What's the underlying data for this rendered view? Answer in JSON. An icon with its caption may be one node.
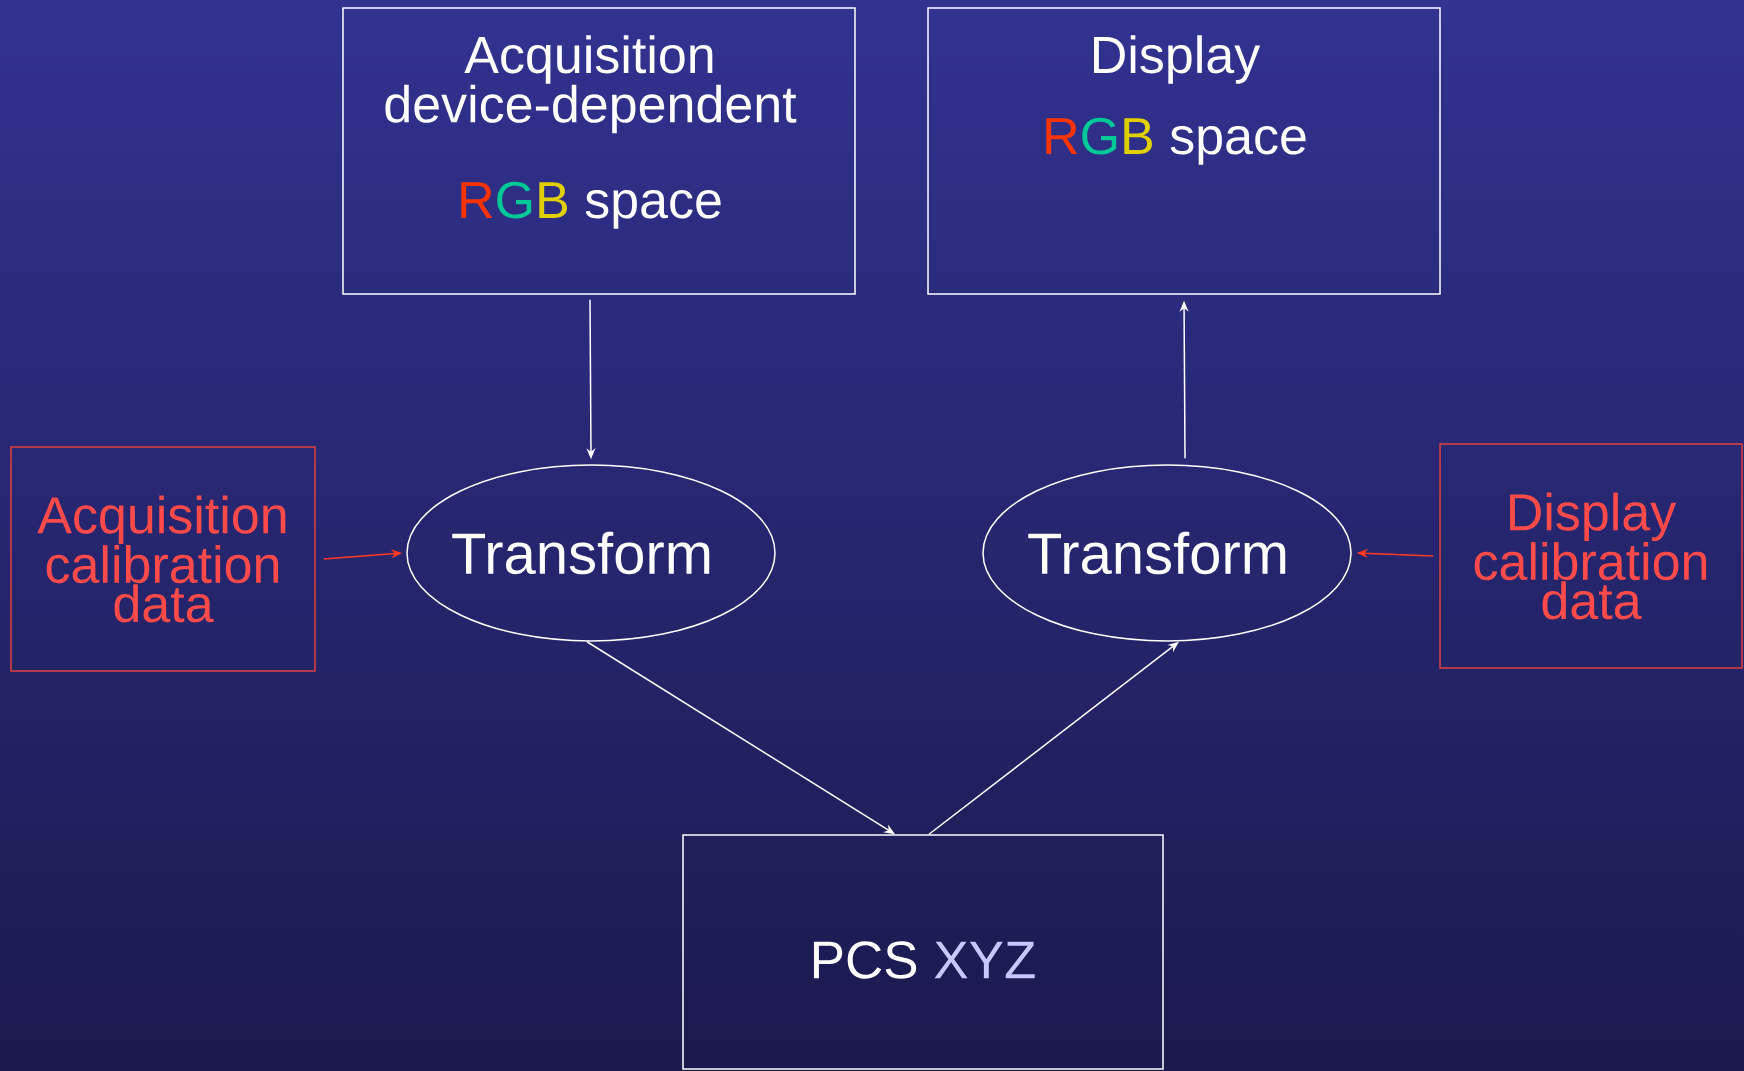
{
  "diagram": {
    "nodes": [
      {
        "text": [
          "Acquisition device-dependent",
          "R",
          "G",
          "B",
          "space"
        ]
      },
      {
        "text": [
          "Display",
          "R",
          "G",
          "B",
          "space"
        ]
      },
      {
        "text": [
          "Acquisition calibration data"
        ]
      },
      {
        "text": [
          "Transform"
        ]
      },
      {
        "text": [
          "Transform"
        ]
      },
      {
        "text": [
          "Display calibration data"
        ]
      },
      {
        "text": [
          "PCS",
          "XYZ"
        ]
      }
    ],
    "edges": [
      {
        "from": 0,
        "to": 3,
        "arrow": "to"
      },
      {
        "from": 4,
        "to": 1,
        "arrow": "to"
      },
      {
        "from": 3,
        "to": 6,
        "arrow": "to"
      },
      {
        "from": 6,
        "to": 4,
        "arrow": "to"
      },
      {
        "from": 2,
        "to": 3,
        "arrow": "to",
        "color": "#ff3b1f"
      },
      {
        "from": 5,
        "to": 4,
        "arrow": "to",
        "color": "#ff3b1f"
      }
    ]
  }
}
